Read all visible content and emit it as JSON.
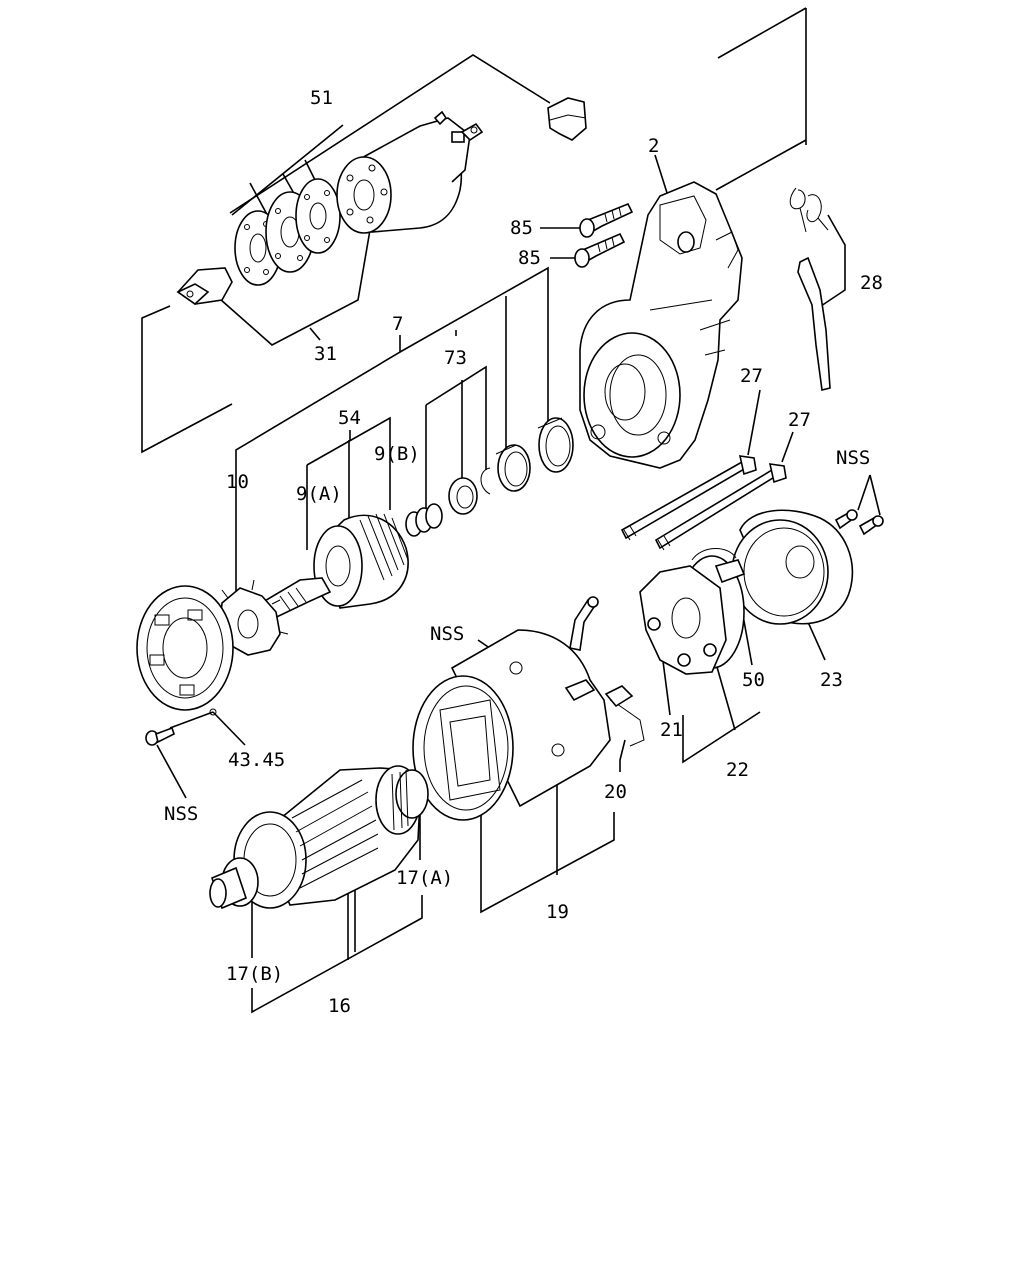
{
  "callouts": {
    "c51": "51",
    "c2": "2",
    "c85a": "85",
    "c85b": "85",
    "c28": "28",
    "c31": "31",
    "c7": "7",
    "c73": "73",
    "c27a": "27",
    "c27b": "27",
    "c54": "54",
    "c9b": "9(B)",
    "c9a": "9(A)",
    "c10": "10",
    "nss_top_right": "NSS",
    "nss_mid": "NSS",
    "c50": "50",
    "c23": "23",
    "c21": "21",
    "c22": "22",
    "c43_45": "43.45",
    "nss_left": "NSS",
    "c20": "20",
    "c17a": "17(A)",
    "c19": "19",
    "c17b": "17(B)",
    "c16": "16"
  }
}
